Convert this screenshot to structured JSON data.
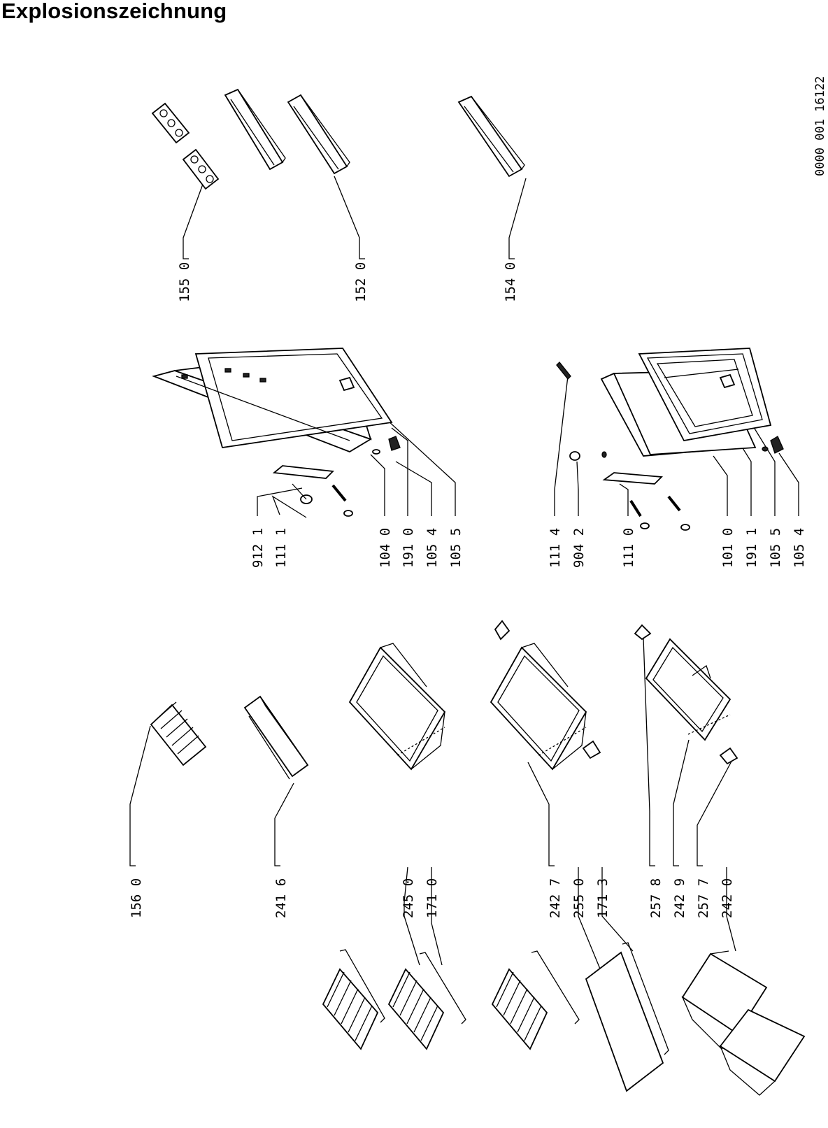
{
  "title": "Explosionszeichnung",
  "document_number": "0000 001  16122",
  "columns": {
    "door_shelves": [
      "155 0",
      "152 0",
      "154 0"
    ],
    "doors_upper": [
      "912 1",
      "111 1",
      "104 0",
      "191 0",
      "105 4",
      "105 5"
    ],
    "doors_lower": [
      "111 4",
      "904 2",
      "111 0",
      "101 0",
      "191 1",
      "105 5",
      "105 4"
    ],
    "bins": [
      "156 0",
      "241 6",
      "245 0",
      "171 0",
      "242 7",
      "255 0",
      "171 3",
      "257 8",
      "242 9",
      "257 7",
      "242 0"
    ]
  }
}
